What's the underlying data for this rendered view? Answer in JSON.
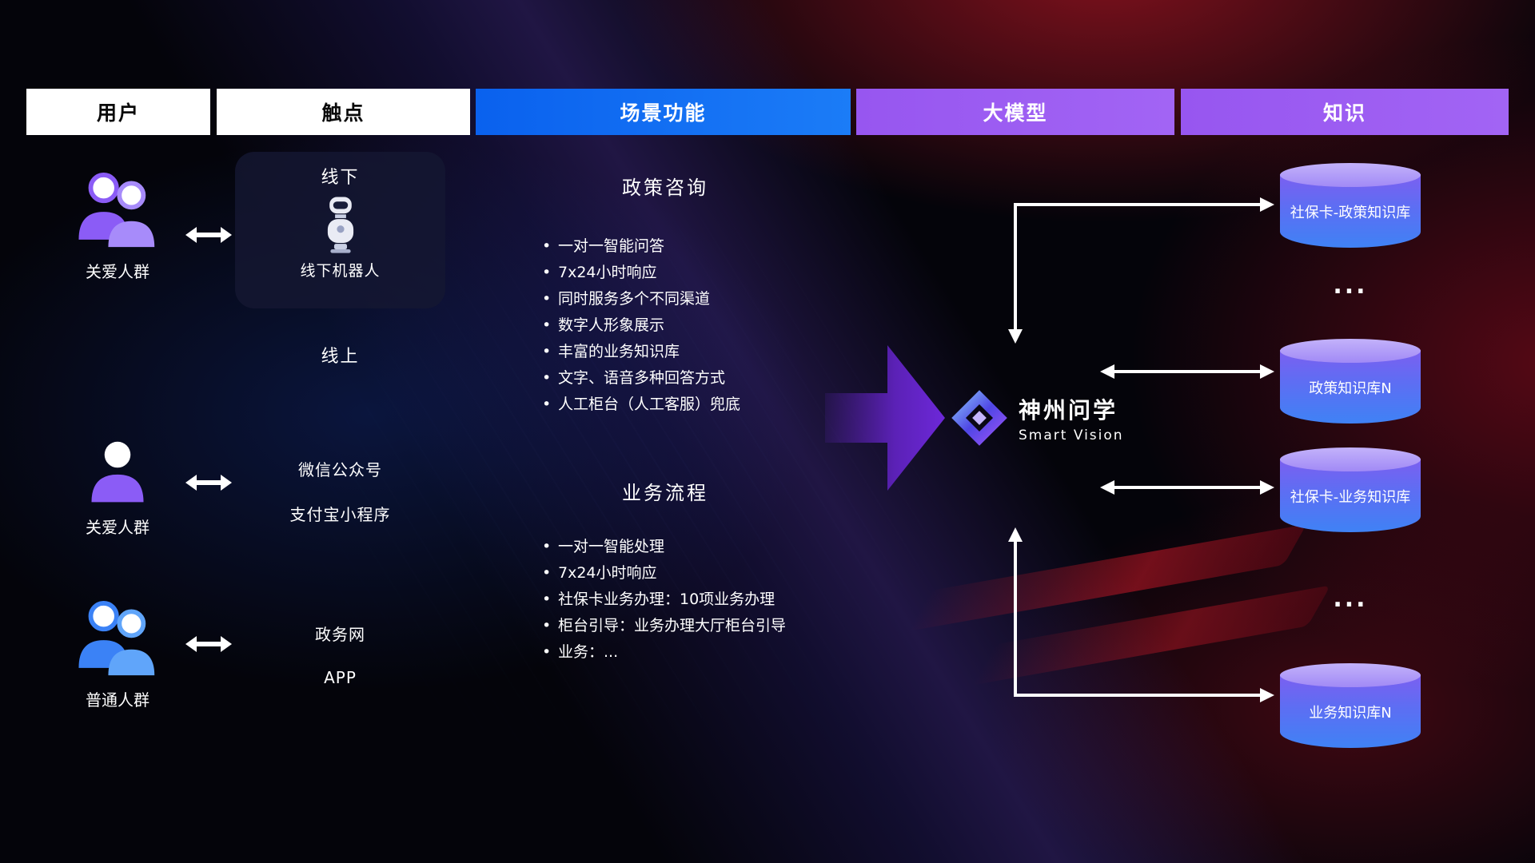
{
  "headers": [
    {
      "label": "用户"
    },
    {
      "label": "触点"
    },
    {
      "label": "场景功能"
    },
    {
      "label": "大模型"
    },
    {
      "label": "知识"
    }
  ],
  "users": [
    {
      "label": "关爱人群",
      "icon": "group-people-purple-icon"
    },
    {
      "label": "关爱人群",
      "icon": "single-person-purple-icon"
    },
    {
      "label": "普通人群",
      "icon": "group-people-blue-icon"
    }
  ],
  "touchpoints": {
    "offline": {
      "title": "线下",
      "robot_label": "线下机器人",
      "robot_icon": "robot-icon"
    },
    "online": {
      "title": "线上",
      "channels": [
        "微信公众号",
        "支付宝小程序",
        "政务网",
        "APP"
      ]
    }
  },
  "scene_functions": [
    {
      "title": "政策咨询",
      "items": [
        "一对一智能问答",
        "7x24小时响应",
        "同时服务多个不同渠道",
        "数字人形象展示",
        "丰富的业务知识库",
        "文字、语音多种回答方式",
        "人工柜台（人工客服）兜底"
      ]
    },
    {
      "title": "业务流程",
      "items": [
        "一对一智能处理",
        "7x24小时响应",
        "社保卡业务办理：10项业务办理",
        "柜台引导：业务办理大厅柜台引导",
        "业务：..."
      ]
    }
  ],
  "model": {
    "name": "神州问学",
    "subtitle": "Smart Vision",
    "logo_icon": "diamond-logo-icon"
  },
  "knowledge_bases": [
    {
      "label": "社保卡-政策知识库"
    },
    {
      "label": "政策知识库N"
    },
    {
      "label": "社保卡-业务知识库"
    },
    {
      "label": "业务知识库N"
    }
  ],
  "ellipsis": "...",
  "colors": {
    "scene_header_bg": "#0f6ff2",
    "model_header_bg": "#9b5cf3",
    "knowledge_header_bg": "#9b5cf3",
    "cylinder_top": "#b1a0f8",
    "cylinder_body_start": "#7c5ff0",
    "cylinder_body_end": "#3f82f5",
    "flow_arrow": "#6d28d9",
    "connector": "#ffffff",
    "user_icon_purple": "#8b5cf6",
    "user_icon_blue": "#3b82f6"
  }
}
